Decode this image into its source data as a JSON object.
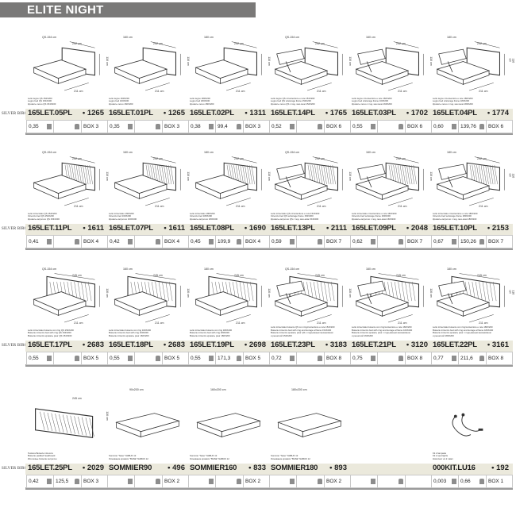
{
  "title": "ELITE NIGHT",
  "row_label": "SILVER BIRCH",
  "rows": [
    {
      "items": [
        {
          "code": "165LET.05PL",
          "price": "• 1265",
          "volume": "0,35",
          "weight": "",
          "box": "BOX 3",
          "size": "QS-154 cm",
          "dims": [
            "202 cm",
            "116 cm",
            "211 cm"
          ],
          "desc": [
            "Letto legno QS 154X200",
            "Legno bed QS 154X200",
            "Кровать легно QS 154X200"
          ],
          "type": "plain"
        },
        {
          "code": "165LET.01PL",
          "price": "• 1265",
          "volume": "0,35",
          "weight": "",
          "box": "BOX 3",
          "size": "160 cm",
          "dims": [
            "202 cm",
            "116 cm",
            "211 cm"
          ],
          "desc": [
            "Letto legno 160X200",
            "Legno bed 160X200",
            "Кровать легно 160X200"
          ],
          "type": "plain"
        },
        {
          "code": "165LET.02PL",
          "price": "• 1311",
          "volume": "0,38",
          "weight": "99,4",
          "box": "BOX 3",
          "size": "180 cm",
          "dims": [
            "202 cm",
            "116 cm",
            "211 cm"
          ],
          "desc": [
            "Letto legno 180X200",
            "Legno bed 180X200",
            "Кровать легно 180X200"
          ],
          "type": "plain"
        },
        {
          "code": "165LET.14PL",
          "price": "• 1765",
          "volume": "0,52",
          "weight": "",
          "box": "BOX 6",
          "size": "QS-154 cm",
          "dims": [
            "202 cm",
            "116 cm",
            "211 cm"
          ],
          "desc": [
            "Letto legno QS c/contenitore e rete 154X200",
            "Legno bed QS w/storage frame 154X200",
            "Кровать легно QS с под. мех-мом 154X200"
          ],
          "type": "lift"
        },
        {
          "code": "165LET.03PL",
          "price": "• 1702",
          "volume": "0,55",
          "weight": "",
          "box": "BOX 6",
          "size": "160 cm",
          "dims": [
            "202 cm",
            "116 cm",
            "211 cm"
          ],
          "desc": [
            "Letto legno c/contenitore e rete 160X200",
            "Legno bed w/storage frame 160X200",
            "Кровать легно с под. мех-мом 160X200"
          ],
          "type": "lift"
        },
        {
          "code": "165LET.04PL",
          "price": "• 1774",
          "volume": "0,60",
          "weight": "139,76",
          "box": "BOX 6",
          "size": "180 cm",
          "dims": [
            "202 cm",
            "116 cm",
            "211 cm"
          ],
          "desc": [
            "Letto legno c/contenitore e rete 180X200",
            "Legno bed w/storage frame 180X200",
            "Кровать легно с под. мех-мом 180X200"
          ],
          "type": "lift"
        }
      ]
    },
    {
      "items": [
        {
          "code": "165LET.11PL",
          "price": "• 1611",
          "volume": "0,41",
          "weight": "",
          "box": "BOX 4",
          "size": "QS-154 cm",
          "dims": [
            "202 cm",
            "116 cm",
            "211 cm"
          ],
          "desc": [
            "Letto intrecciato QS 154X200",
            "Intreccio bed QS 154X200",
            "Кровать интреччо QS 154X200"
          ],
          "type": "stripe"
        },
        {
          "code": "165LET.07PL",
          "price": "• 1611",
          "volume": "0,42",
          "weight": "",
          "box": "BOX 4",
          "size": "160 cm",
          "dims": [
            "202 cm",
            "116 cm",
            "211 cm"
          ],
          "desc": [
            "Letto intrecciato 160X200",
            "Intreccio bed 160X200",
            "Кровать интреччо 160X200"
          ],
          "type": "stripe"
        },
        {
          "code": "165LET.08PL",
          "price": "• 1690",
          "volume": "0,45",
          "weight": "109,9",
          "box": "BOX 4",
          "size": "180 cm",
          "dims": [
            "202 cm",
            "116 cm",
            "211 cm"
          ],
          "desc": [
            "Letto intrecciato 180X200",
            "Intreccio bed 180X200",
            "Кровать интреччо 180X200"
          ],
          "type": "stripe"
        },
        {
          "code": "165LET.13PL",
          "price": "• 2111",
          "volume": "0,59",
          "weight": "",
          "box": "BOX 7",
          "size": "QS-154 cm",
          "dims": [
            "202 cm",
            "116 cm",
            "211 cm"
          ],
          "desc": [
            "Letto intrecciato QS c/contenitore e rete 154X200",
            "Intreccio bed QS w/storage frame 154X200",
            "Кровать интреччо QS с под. мех-мом 154X200"
          ],
          "type": "stripelift"
        },
        {
          "code": "165LET.09PL",
          "price": "• 2048",
          "volume": "0,62",
          "weight": "",
          "box": "BOX 7",
          "size": "160 cm",
          "dims": [
            "202 cm",
            "116 cm",
            "211 cm"
          ],
          "desc": [
            "Letto intrecciato c/contenitore e rete 160X200",
            "Intreccio bed w/storage frame 160X200",
            "Кровать интреччо с под. мех-мом 160X200"
          ],
          "type": "stripelift"
        },
        {
          "code": "165LET.10PL",
          "price": "• 2153",
          "volume": "0,67",
          "weight": "150,26",
          "box": "BOX 7",
          "size": "180 cm",
          "dims": [
            "202 cm",
            "116 cm",
            "211 cm"
          ],
          "desc": [
            "Letto intrecciato c/contenitore e rete 180X200",
            "Intreccio bed w/storage frame 180X200",
            "Кровать интреччо с под. мех-мом 180X200"
          ],
          "type": "stripelift"
        }
      ]
    },
    {
      "items": [
        {
          "code": "165LET.17PL",
          "price": "• 2683",
          "volume": "0,55",
          "weight": "",
          "box": "BOX 5",
          "size": "QS-154 cm",
          "dims": [
            "245 cm",
            "116 cm",
            "211 cm"
          ],
          "desc": [
            "Letto intrecciato boiserie con ring QS 154X200",
            "Boiserie intreccio bed with ring QS 154X200",
            "Boiserie intreccio кровать ринг QS 154X200"
          ],
          "type": "boiserie"
        },
        {
          "code": "165LET.18PL",
          "price": "• 2683",
          "volume": "0,55",
          "weight": "",
          "box": "BOX 5",
          "size": "160 cm",
          "dims": [
            "245 cm",
            "116 cm",
            "211 cm"
          ],
          "desc": [
            "Letto intrecciato boiserie con ring 160X200",
            "Boiserie intreccio bed with ring 160X200",
            "Boiserie intreccio кровать ринг 160X200"
          ],
          "type": "boiserie"
        },
        {
          "code": "165LET.19PL",
          "price": "• 2698",
          "volume": "0,55",
          "weight": "171,3",
          "box": "BOX 5",
          "size": "180 cm",
          "dims": [
            "245 cm",
            "116 cm",
            "211 cm"
          ],
          "desc": [
            "Letto intrecciato boiserie con ring 180X200",
            "Boiserie intreccio bed with ring 180X200",
            "Boiserie intreccio кровать ринг 180X200"
          ],
          "type": "boiserie"
        },
        {
          "code": "165LET.23PL",
          "price": "• 3183",
          "volume": "0,72",
          "weight": "",
          "box": "BOX 8",
          "size": "QS-154 cm",
          "dims": [
            "245 cm",
            "116 cm",
            "211 cm"
          ],
          "desc": [
            "Letto intrecciato boiserie QS con ring/contenitore e rete 154X200",
            "Boiserie intreccio bed with ring and storage w/frame 154X200",
            "Boiserie intreccio кровать ринг QS с подъемным механизмом",
            "и решеткой 154X200"
          ],
          "type": "boiserielift"
        },
        {
          "code": "165LET.21PL",
          "price": "• 3120",
          "volume": "0,75",
          "weight": "",
          "box": "BOX 8",
          "size": "160 cm",
          "dims": [
            "245 cm",
            "116 cm",
            "211 cm"
          ],
          "desc": [
            "Letto intrecciato boiserie con ring/contenitore e rete 160X200",
            "Boiserie intreccio bed with ring and storage w/frame 160X200",
            "Boiserie intreccio кровать ринг с подъемным механизмом",
            "и решеткой 160X200"
          ],
          "type": "boiserielift"
        },
        {
          "code": "165LET.22PL",
          "price": "• 3161",
          "volume": "0,77",
          "weight": "211,6",
          "box": "BOX 8",
          "size": "180 cm",
          "dims": [
            "245 cm",
            "116 cm",
            "211 cm"
          ],
          "desc": [
            "Letto intrecciato boiserie con ring/contenitore e rete 180X200",
            "Boiserie intreccio bed with ring and storage w/frame 180X200",
            "Boiserie intreccio кровать ринг с подъемным механизмом",
            "и решеткой 180X200"
          ],
          "type": "boiserielift"
        }
      ]
    },
    {
      "items": [
        {
          "code": "165LET.25PL",
          "price": "• 2029",
          "volume": "0,42",
          "weight": "125,5",
          "box": "BOX 3",
          "size": "",
          "dims": [
            "245 cm",
            "116 cm",
            ""
          ],
          "desc": [
            "Testiera Boiserie intreccio",
            "Boiserie padded headboard",
            "Изголовье boiserie интреччо"
          ],
          "type": "panel"
        },
        {
          "code": "SOMMIER90",
          "price": "• 496",
          "volume": "",
          "weight": "",
          "box": "BOX 2",
          "size": "90x200 cm",
          "dims": [
            "",
            "",
            ""
          ],
          "desc": [
            "Sommier \"base\" NABUK 12",
            "Основание кровати \"BASE\" NABUK 12"
          ],
          "type": "sommier"
        },
        {
          "code": "SOMMIER160",
          "price": "• 833",
          "volume": "",
          "weight": "",
          "box": "BOX 2",
          "size": "160x200 cm",
          "dims": [
            "",
            "",
            ""
          ],
          "desc": [
            "Sommier \"base\" NABUK 12",
            "Основание кровати \"BASE\" NABUK 12"
          ],
          "type": "sommier"
        },
        {
          "code": "SOMMIER180",
          "price": "• 893",
          "volume": "",
          "weight": "",
          "box": "BOX 2",
          "size": "180x200 cm",
          "dims": [
            "",
            "",
            ""
          ],
          "desc": [
            "Sommier \"base\" NABUK 12",
            "Основание кровати \"BASE\" NABUK 12"
          ],
          "type": "sommier"
        },
        {
          "code": "",
          "price": "",
          "volume": "",
          "weight": "",
          "box": "",
          "size": "",
          "dims": [
            "",
            "",
            ""
          ],
          "desc": [],
          "type": "empty"
        },
        {
          "code": "000KIT.LU16",
          "price": "• 192",
          "volume": "0,003",
          "weight": "0,66",
          "box": "BOX 1",
          "size": "",
          "dims": [
            "",
            "",
            ""
          ],
          "desc": [
            "Kit 2 lampade",
            "Kit 2 spot lights",
            "Комплект из 2 ламп"
          ],
          "type": "lamp"
        }
      ]
    }
  ]
}
